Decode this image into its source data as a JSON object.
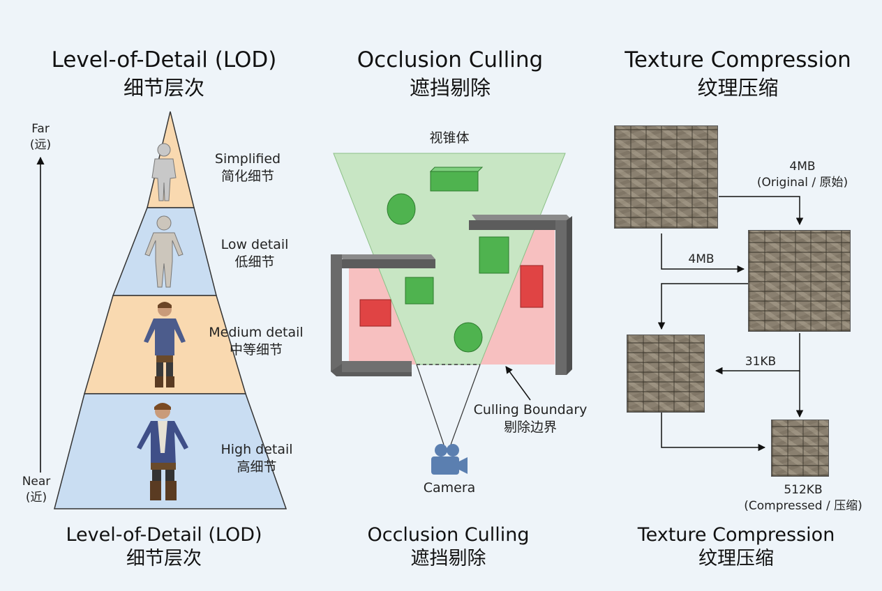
{
  "lod": {
    "title_en": "Level-of-Detail (LOD)",
    "title_zh": "细节层次",
    "far_en": "Far",
    "far_zh": "(远)",
    "near_en": "Near",
    "near_zh": "(近)",
    "levels": [
      {
        "en": "Simplified",
        "zh": "简化细节",
        "color": "#f9d9b0"
      },
      {
        "en": "Low detail",
        "zh": "低细节",
        "color": "#c9ddf2"
      },
      {
        "en": "Medium detail",
        "zh": "中等细节",
        "color": "#f9d9b0"
      },
      {
        "en": "High detail",
        "zh": "高细节",
        "color": "#c9ddf2"
      }
    ],
    "footer_en": "Level-of-Detail (LOD)",
    "footer_zh": "细节层次"
  },
  "occlusion": {
    "title_en": "Occlusion Culling",
    "title_zh": "遮挡剔除",
    "frustum_label": "视锥体",
    "boundary_en": "Culling Boundary",
    "boundary_zh": "剔除边界",
    "camera_label": "Camera",
    "footer_en": "Occlusion Culling",
    "footer_zh": "遮挡剔除",
    "colors": {
      "frustum": "#c8e6c4",
      "culled": "#f7c0c0",
      "visible": "#4fb34f",
      "occluded": "#e04444",
      "wall": "#6a6a6a",
      "camera": "#5b7fb0"
    }
  },
  "texture": {
    "title_en": "Texture Compression",
    "title_zh": "纹理压缩",
    "label_original_size": "4MB",
    "label_original_desc": "(Original / 原始)",
    "label_arrow_4mb": "4MB",
    "label_31kb": "31KB",
    "label_512_size": "512KB",
    "label_512_desc": "(Compressed / 压缩)",
    "footer_en": "Texture Compression",
    "footer_zh": "纹理压缩"
  }
}
